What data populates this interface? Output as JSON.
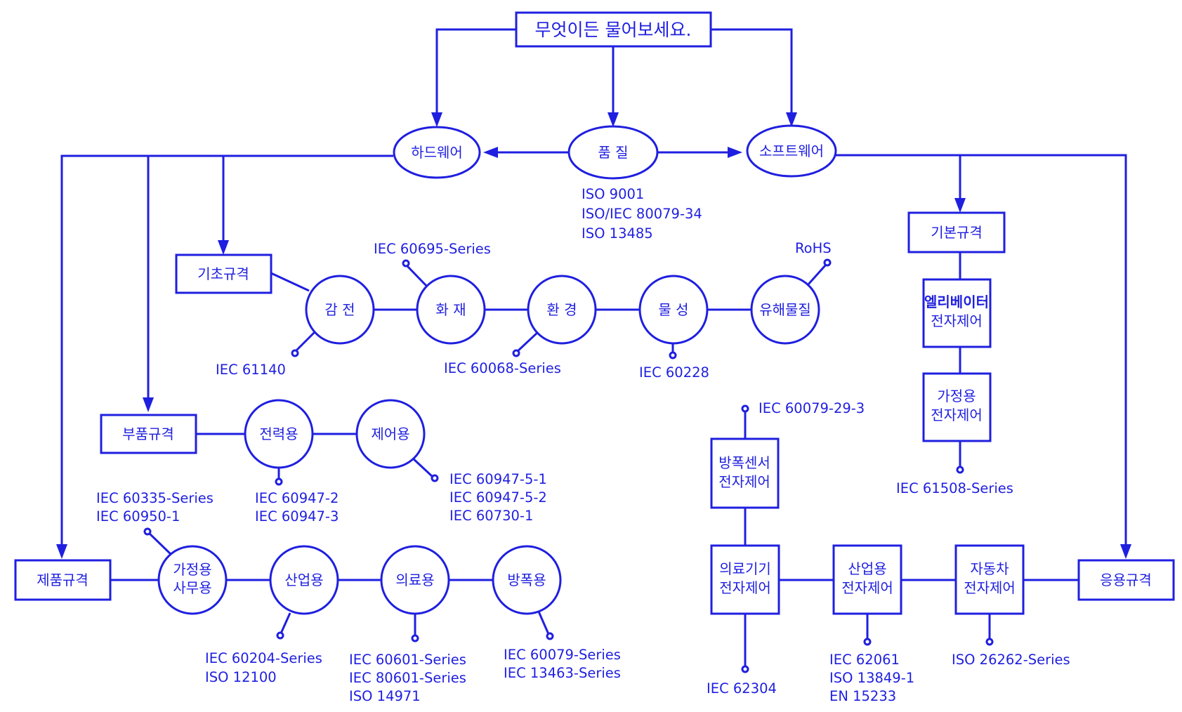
{
  "colors": {
    "line": "#1f1fe0",
    "background": "#ffffff"
  },
  "top": {
    "title": "무엇이든 물어보세요."
  },
  "categories": {
    "hardware": "하드웨어",
    "quality": "품 질",
    "software": "소프트웨어"
  },
  "quality_standards": [
    "ISO 9001",
    "ISO/IEC 80079-34",
    "ISO 13485"
  ],
  "hardware_branch": {
    "basic": {
      "label": "기초규격",
      "nodes": [
        {
          "label": "감 전",
          "standards": [
            "IEC 61140"
          ]
        },
        {
          "label": "화 재",
          "standards": [
            "IEC 60695-Series"
          ]
        },
        {
          "label": "환 경",
          "standards": [
            "IEC 60068-Series"
          ]
        },
        {
          "label": "물 성",
          "standards": [
            "IEC 60228"
          ]
        },
        {
          "label": "유해물질",
          "standards": [
            "RoHS"
          ]
        }
      ]
    },
    "component": {
      "label": "부품규격",
      "nodes": [
        {
          "label": "전력용",
          "standards": [
            "IEC 60947-2",
            "IEC 60947-3"
          ]
        },
        {
          "label": "제어용",
          "standards": [
            "IEC 60947-5-1",
            "IEC 60947-5-2",
            "IEC 60730-1"
          ]
        }
      ]
    },
    "product": {
      "label": "제품규격",
      "nodes": [
        {
          "label_lines": [
            "가정용",
            "사무용"
          ],
          "standards": [
            "IEC 60335-Series",
            "IEC 60950-1"
          ]
        },
        {
          "label": "산업용",
          "standards": [
            "IEC 60204-Series",
            "ISO 12100"
          ]
        },
        {
          "label": "의료용",
          "standards": [
            "IEC 60601-Series",
            "IEC 80601-Series",
            "ISO 14971"
          ]
        },
        {
          "label": "방폭용",
          "standards": [
            "IEC 60079-Series",
            "IEC 13463-Series"
          ]
        }
      ]
    }
  },
  "software_branch": {
    "basic": {
      "label": "기본규격",
      "elevator": {
        "line1": "엘리베이터",
        "line2": "전자제어"
      },
      "household": {
        "line1": "가정용",
        "line2": "전자제어",
        "standards": [
          "IEC 61508-Series"
        ]
      }
    },
    "application": {
      "label": "응용규격",
      "explosion_sensor": {
        "line1": "방폭센서",
        "line2": "전자제어",
        "standards": [
          "IEC 60079-29-3"
        ]
      },
      "medical": {
        "line1": "의료기기",
        "line2": "전자제어",
        "standards": [
          "IEC 62304"
        ]
      },
      "industrial": {
        "line1": "산업용",
        "line2": "전자제어",
        "standards": [
          "IEC 62061",
          "ISO 13849-1",
          "EN 15233"
        ]
      },
      "automotive": {
        "line1": "자동차",
        "line2": "전자제어",
        "standards": [
          "ISO 26262-Series"
        ]
      }
    }
  }
}
